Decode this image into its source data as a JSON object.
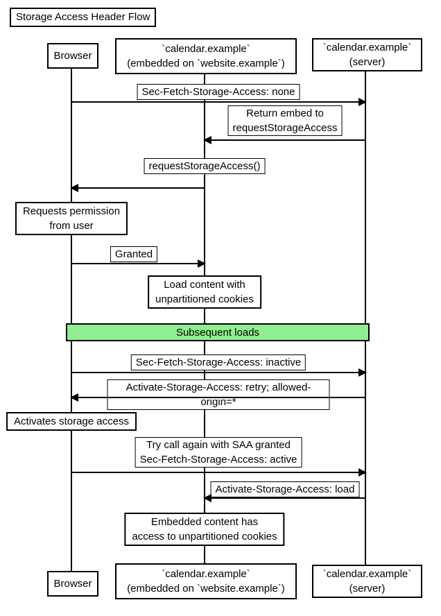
{
  "title": "Storage Access Header Flow",
  "actors": {
    "browser": "Browser",
    "embed": "`calendar.example`\n(embedded on `website.example`)",
    "server": "`calendar.example`\n(server)"
  },
  "messages": {
    "sec_fetch_none": "Sec-Fetch-Storage-Access: none",
    "return_embed": "Return embed to\nrequestStorageAccess",
    "request_storage_access": "requestStorageAccess()",
    "granted": "Granted",
    "sec_fetch_inactive": "Sec-Fetch-Storage-Access: inactive",
    "activate_retry": "Activate-Storage-Access: retry; allowed-origin=*",
    "try_again": "Try call again with SAA granted\nSec-Fetch-Storage-Access: active",
    "activate_load": "Activate-Storage-Access: load"
  },
  "notes": {
    "requests_permission": "Requests permission\nfrom user",
    "load_content": "Load content with\nunpartitioned cookies",
    "activates_storage": "Activates storage access",
    "embedded_access": "Embedded content has\naccess to unpartitioned cookies"
  },
  "divider": {
    "label": "Subsequent loads",
    "color": "#90ee90"
  },
  "colors": {
    "line": "#000000",
    "background": "#ffffff"
  }
}
